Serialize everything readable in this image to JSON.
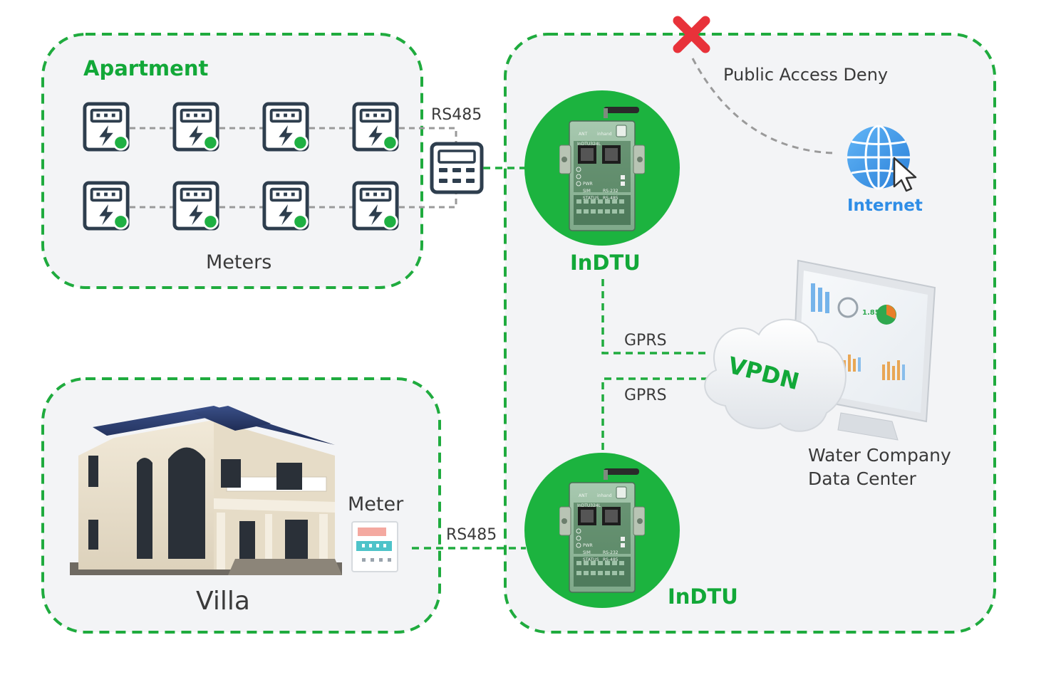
{
  "apartment": {
    "title": "Apartment",
    "meters_label": "Meters"
  },
  "links": {
    "rs485_top": "RS485",
    "rs485_bottom": "RS485",
    "gprs_top": "GPRS",
    "gprs_bottom": "GPRS"
  },
  "dtu_top": {
    "label": "InDTU",
    "model": "InDTU324L"
  },
  "dtu_bottom": {
    "label": "InDTU",
    "model": "InDTU324L"
  },
  "dtu_panel": {
    "pwr": "PWR",
    "sim": "SIM",
    "status": "STATUS",
    "rs232": "RS-232",
    "rs485": "RS-485",
    "ant": "ANT",
    "brand": "inhand"
  },
  "internet": {
    "label": "Internet",
    "deny_text": "Public Access Deny"
  },
  "vpdn": {
    "label": "VPDN"
  },
  "datacenter": {
    "line1": "Water Company",
    "line2": "Data Center"
  },
  "villa": {
    "label": "Villa",
    "meter_label": "Meter"
  },
  "colors": {
    "green": "#12a838",
    "dashed_green": "#1fab3e",
    "dark": "#2e3e4e",
    "blue": "#2e8de6",
    "red": "#e8323a"
  }
}
